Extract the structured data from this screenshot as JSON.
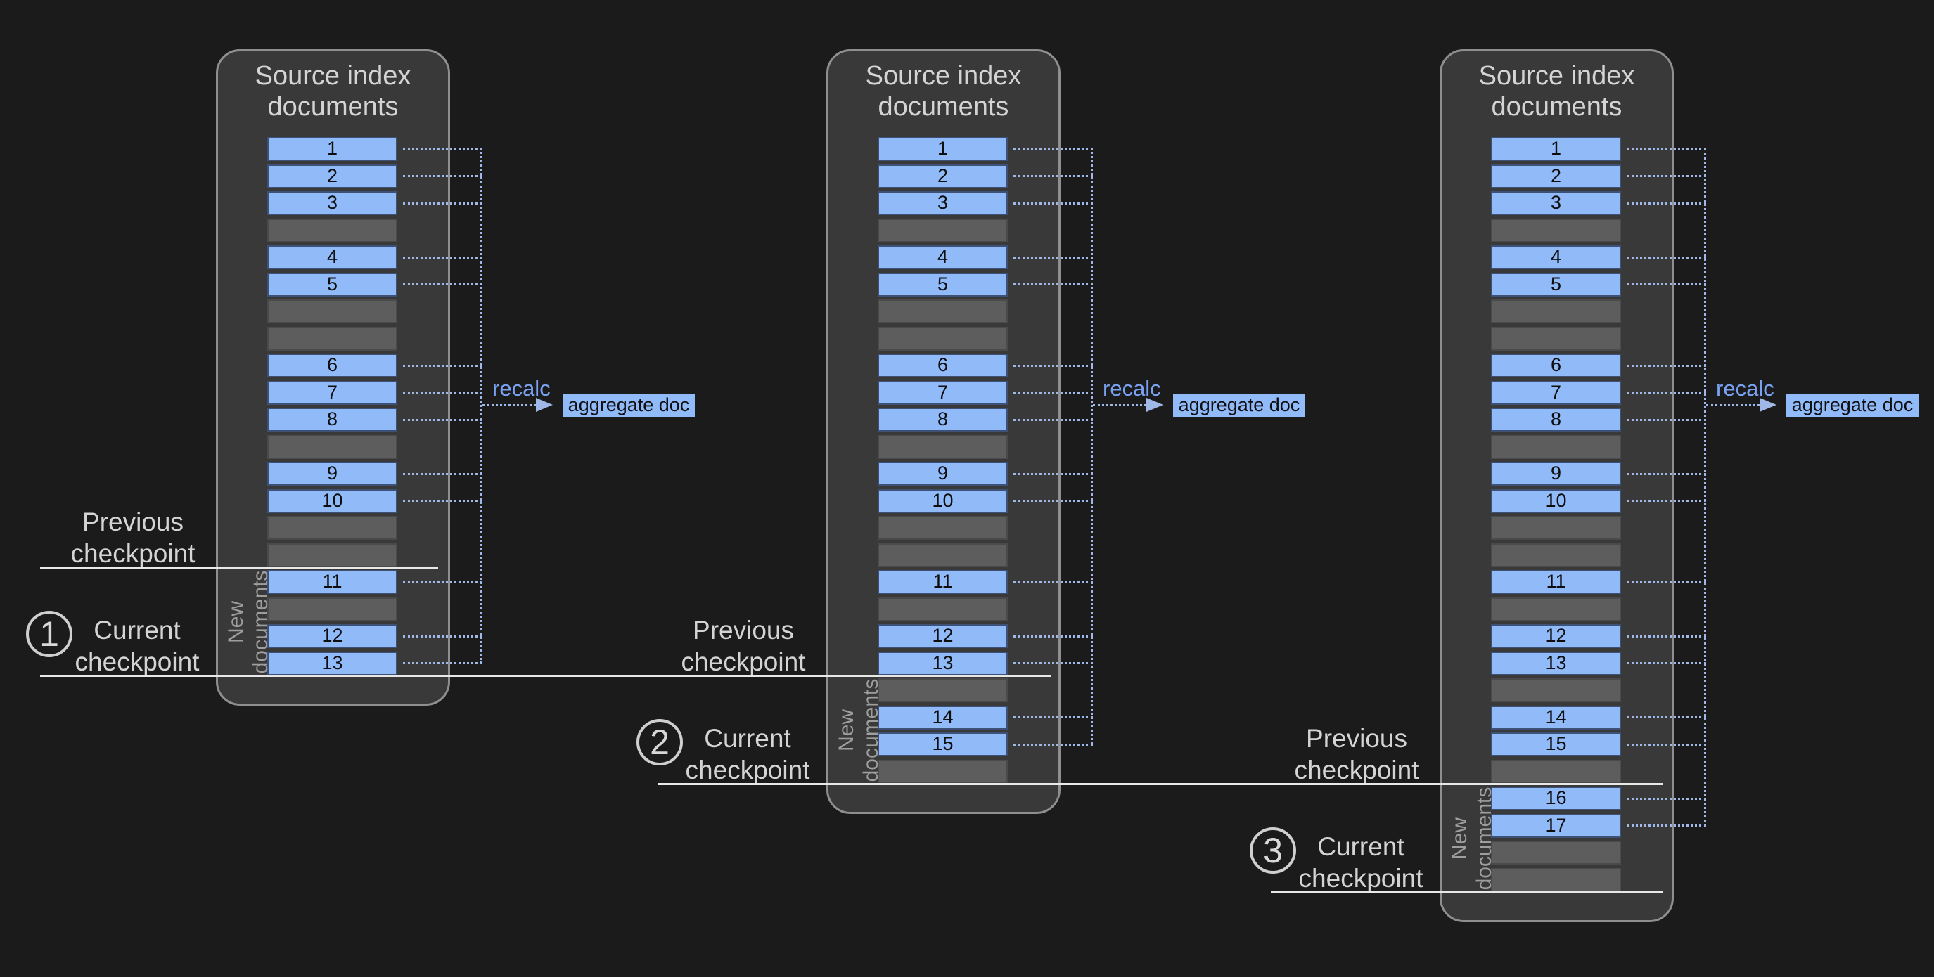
{
  "colors": {
    "background": "#1b1b1b",
    "panel_fill": "#393939",
    "panel_border": "#8f8f8f",
    "doc_fill": "#91baf9",
    "doc_text": "#0e0e0e",
    "empty_fill": "#5d5d5d",
    "dotted_blue": "#a0b8e8",
    "recalc_text": "#7aa2f2",
    "checkpoint_line": "#e8e8e8",
    "label_text": "#d4d4d4",
    "new_docs_text": "#9e9e9e"
  },
  "shared_labels": {
    "panel_title_lines": [
      "Source index",
      "documents"
    ],
    "recalc": "recalc",
    "aggregate_doc": "aggregate doc",
    "previous_checkpoint_lines": [
      "Previous",
      "checkpoint"
    ],
    "current_checkpoint_lines": [
      "Current",
      "checkpoint"
    ],
    "new_documents_lines": [
      "New",
      "documents"
    ]
  },
  "panels": [
    {
      "checkpoint_number": "1",
      "slots": [
        "1",
        "2",
        "3",
        null,
        "4",
        "5",
        null,
        null,
        "6",
        "7",
        "8",
        null,
        "9",
        "10",
        null,
        null,
        "11",
        null,
        "12",
        "13"
      ],
      "previous_checkpoint_after_slot": 16,
      "current_checkpoint_after_slot": 20
    },
    {
      "checkpoint_number": "2",
      "slots": [
        "1",
        "2",
        "3",
        null,
        "4",
        "5",
        null,
        null,
        "6",
        "7",
        "8",
        null,
        "9",
        "10",
        null,
        null,
        "11",
        null,
        "12",
        "13",
        null,
        "14",
        "15",
        null
      ],
      "previous_checkpoint_after_slot": 20,
      "current_checkpoint_after_slot": 24
    },
    {
      "checkpoint_number": "3",
      "slots": [
        "1",
        "2",
        "3",
        null,
        "4",
        "5",
        null,
        null,
        "6",
        "7",
        "8",
        null,
        "9",
        "10",
        null,
        null,
        "11",
        null,
        "12",
        "13",
        null,
        "14",
        "15",
        null,
        "16",
        "17",
        null,
        null
      ],
      "previous_checkpoint_after_slot": 24,
      "current_checkpoint_after_slot": 28
    }
  ],
  "checkpoint_lines": [
    {
      "after_panel": "1",
      "role": "previous-checkpoint-1"
    },
    {
      "after_panel": "1",
      "role": "current-checkpoint-1 / previous-checkpoint-2"
    },
    {
      "after_panel": "2",
      "role": "current-checkpoint-2 / previous-checkpoint-3"
    },
    {
      "after_panel": "3",
      "role": "current-checkpoint-3"
    }
  ]
}
